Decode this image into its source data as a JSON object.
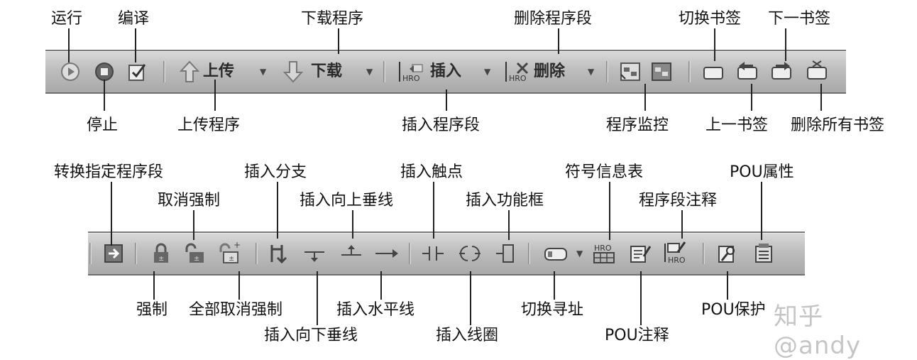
{
  "toolbar1": {
    "upload_label": "上传",
    "download_label": "下载",
    "insert_label": "插入",
    "delete_label": "删除",
    "callouts": {
      "run": "运行",
      "compile": "编译",
      "download_program": "下载程序",
      "delete_segment": "删除程序段",
      "toggle_bookmark": "切换书签",
      "next_bookmark": "下一书签",
      "stop": "停止",
      "upload_program": "上传程序",
      "insert_segment": "插入程序段",
      "program_monitor": "程序监控",
      "prev_bookmark": "上一书签",
      "delete_all_bookmarks": "删除所有书签"
    }
  },
  "toolbar2": {
    "callouts": {
      "convert_segment": "转换指定程序段",
      "cancel_force": "取消强制",
      "insert_branch": "插入分支",
      "insert_up_line": "插入向上垂线",
      "insert_contact": "插入触点",
      "insert_function_box": "插入功能框",
      "symbol_table": "符号信息表",
      "segment_comment": "程序段注释",
      "pou_properties": "POU属性",
      "force": "强制",
      "cancel_all_force": "全部取消强制",
      "insert_horizontal": "插入水平线",
      "insert_down_line": "插入向下垂线",
      "insert_coil": "插入线圈",
      "toggle_addressing": "切换寻址",
      "pou_protect": "POU保护",
      "pou_comment": "POU注释"
    }
  },
  "watermark": "知乎 @andy",
  "colors": {
    "toolbar": "#bdbdbd",
    "icon": "#444444"
  }
}
